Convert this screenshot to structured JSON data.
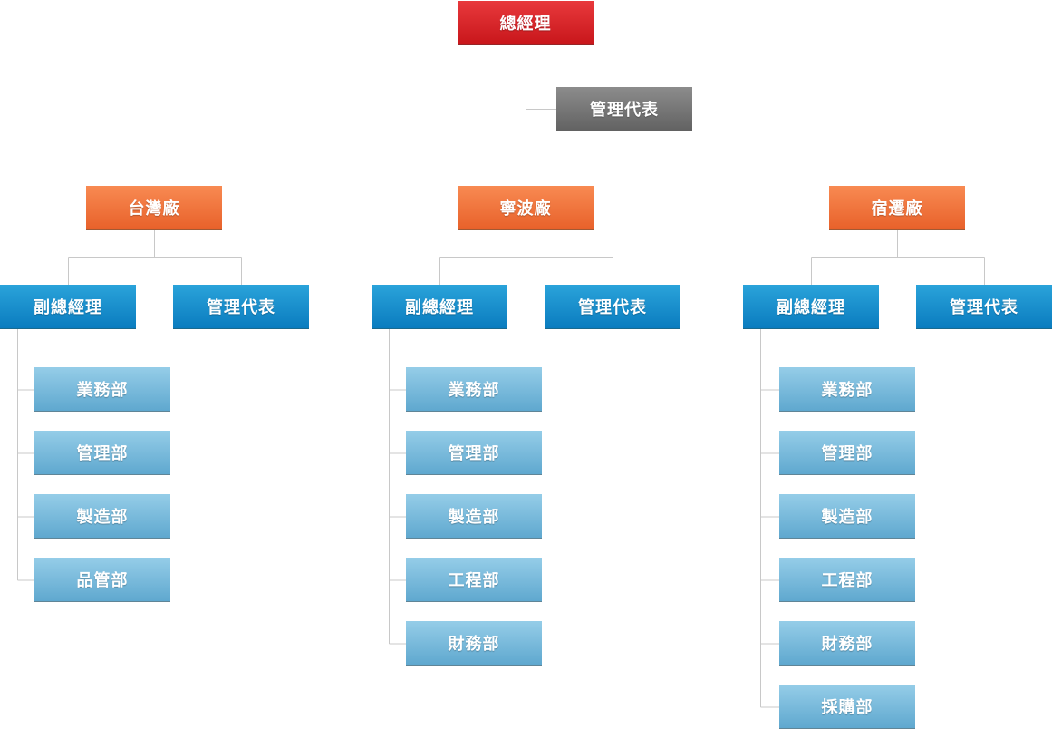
{
  "top": {
    "ceo": "總經理",
    "rep": "管理代表"
  },
  "factories": [
    {
      "name": "台灣廠",
      "vp": "副總經理",
      "rep": "管理代表",
      "departments": [
        "業務部",
        "管理部",
        "製造部",
        "品管部"
      ]
    },
    {
      "name": "寧波廠",
      "vp": "副總經理",
      "rep": "管理代表",
      "departments": [
        "業務部",
        "管理部",
        "製造部",
        "工程部",
        "財務部"
      ]
    },
    {
      "name": "宿遷廠",
      "vp": "副總經理",
      "rep": "管理代表",
      "departments": [
        "業務部",
        "管理部",
        "製造部",
        "工程部",
        "財務部",
        "採購部"
      ]
    }
  ],
  "colors": {
    "ceo": "#d21f23",
    "rep_top": "#757575",
    "factory": "#f0743a",
    "level2": "#1590cc",
    "department": "#7dbddf",
    "connector": "#c8c8c8"
  }
}
